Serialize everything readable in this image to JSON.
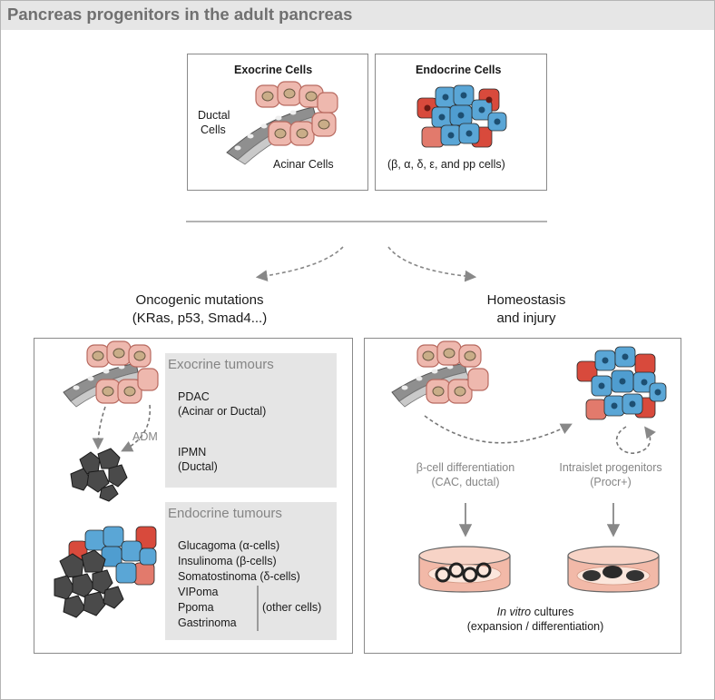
{
  "title": "Pancreas progenitors in the adult pancreas",
  "top": {
    "exocrine_heading": "Exocrine Cells",
    "ductal_label_1": "Ductal",
    "ductal_label_2": "Cells",
    "acinar_label": "Acinar Cells",
    "endocrine_heading": "Endocrine Cells",
    "endocrine_types": "(β, α, δ, ε, and pp cells)"
  },
  "left": {
    "heading_1": "Oncogenic mutations",
    "heading_2": "(KRas, p53, Smad4...)",
    "adm_label": "ADM",
    "exocrine_tumours": {
      "heading": "Exocrine tumours",
      "pdac": "PDAC",
      "pdac_origin": "(Acinar or Ductal)",
      "ipmn": "IPMN",
      "ipmn_origin": "(Ductal)"
    },
    "endocrine_tumours": {
      "heading": "Endocrine tumours",
      "items": [
        "Glucagoma (α-cells)",
        "Insulinoma (β-cells)",
        "Somatostinoma (δ-cells)",
        "VIPoma",
        "Ppoma",
        "Gastrinoma"
      ],
      "other_cells": "(other cells)"
    }
  },
  "right": {
    "heading_1": "Homeostasis",
    "heading_2": "and injury",
    "beta_diff_1": "β-cell differentiation",
    "beta_diff_2": "(CAC, ductal)",
    "intraislet_1": "Intraislet progenitors",
    "intraislet_2": "(Procr+)",
    "cultures_italic": "In vitro",
    "cultures_rest": " cultures",
    "cultures_2": "(expansion / differentiation)"
  },
  "colors": {
    "acinar": "#eeb8ae",
    "acinar_stroke": "#b86a60",
    "nucleus": "#c9ad88",
    "duct": "#9a9a9a",
    "beta": "#5aa6d6",
    "alpha": "#d84a3c",
    "tumour": "#3a3a3a",
    "panel": "#e5e5e5",
    "arrow": "#888888"
  }
}
